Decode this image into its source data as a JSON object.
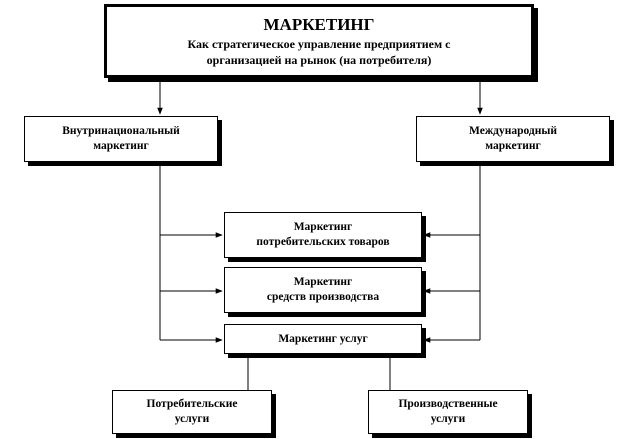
{
  "diagram": {
    "root": {
      "title": "МАРКЕТИНГ",
      "subtitle": "Как стратегическое управление предприятием с организацией на рынок (на потребителя)"
    },
    "domestic": {
      "line1": "Внутринациональный",
      "line2": "маркетинг"
    },
    "international": {
      "line1": "Международный",
      "line2": "маркетинг"
    },
    "consumer_goods": {
      "line1": "Маркетинг",
      "line2": "потребительских товаров"
    },
    "production_means": {
      "line1": "Маркетинг",
      "line2": "средств производства"
    },
    "services": {
      "label": "Маркетинг услуг"
    },
    "consumer_services": {
      "line1": "Потребительские",
      "line2": "услуги"
    },
    "production_services": {
      "line1": "Производственные",
      "line2": "услуги"
    },
    "colors": {
      "line": "#000000",
      "background": "#ffffff"
    }
  }
}
